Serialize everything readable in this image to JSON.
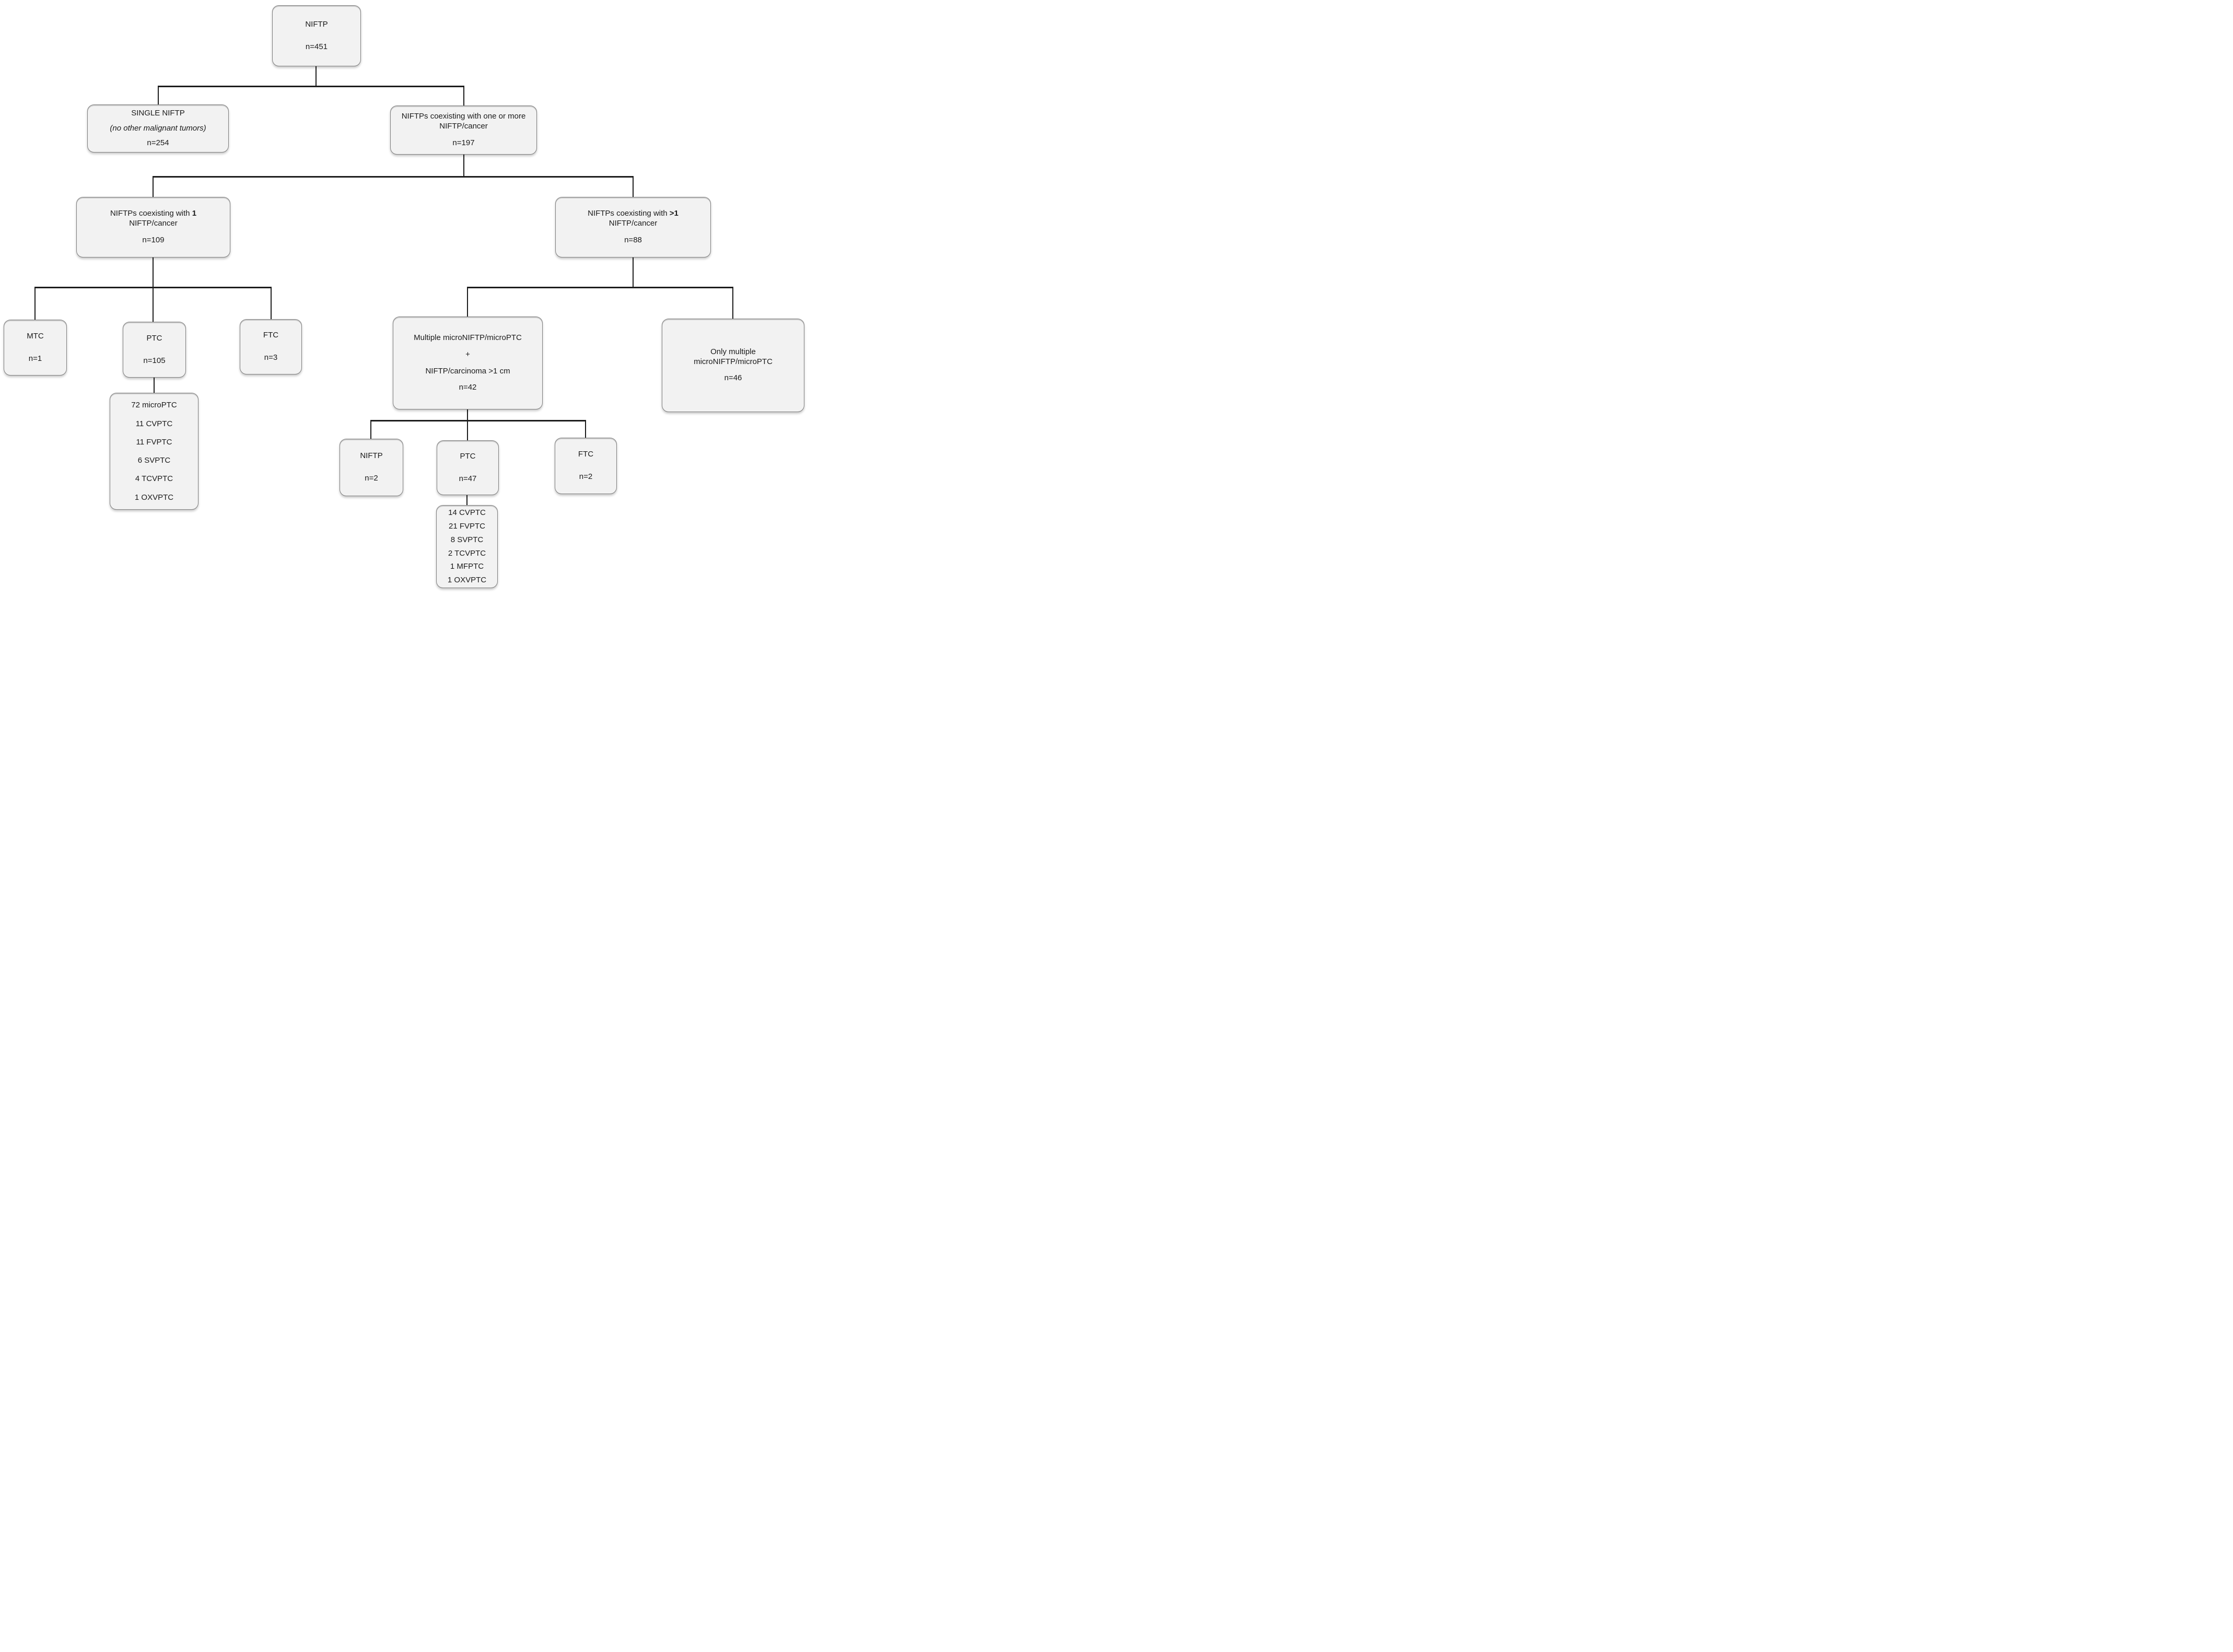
{
  "figure": {
    "type": "flowchart",
    "background": "#ffffff"
  },
  "style": {
    "box_fill": "#f2f2f2",
    "box_border": "#7f7f7f",
    "line_color": "#1c1c1c",
    "text_color": "#1a1a1a"
  },
  "nodes": {
    "root": {
      "title": "NIFTP",
      "n": "n=451"
    },
    "single": {
      "title": "SINGLE NIFTP",
      "subtitle": "(no other malignant tumors)",
      "n": "n=254"
    },
    "coexist_any": {
      "title": "NIFTPs coexisting with one or more NIFTP/cancer",
      "n": "n=197"
    },
    "coexist_one": {
      "title_prefix": "NIFTPs coexisting with ",
      "title_bold": "1",
      "title_suffix": " NIFTP/cancer",
      "n": "n=109"
    },
    "coexist_multi": {
      "title_prefix": "NIFTPs coexisting with ",
      "title_bold": ">1",
      "title_suffix": " NIFTP/cancer",
      "n": "n=88"
    },
    "mtc": {
      "title": "MTC",
      "n": "n=1"
    },
    "ptc_one": {
      "title": "PTC",
      "n": "n=105"
    },
    "ftc_one": {
      "title": "FTC",
      "n": "n=3"
    },
    "ptc_one_subtypes": [
      "72 microPTC",
      "11 CVPTC",
      "11 FVPTC",
      "6 SVPTC",
      "4 TCVPTC",
      "1 OXVPTC"
    ],
    "multi_mixed": {
      "line1": "Multiple microNIFTP/microPTC",
      "line2": "+",
      "line3": "NIFTP/carcinoma >1 cm",
      "n": "n=42"
    },
    "only_multi": {
      "title": "Only multiple microNIFTP/microPTC",
      "n": "n=46"
    },
    "niftp_sub": {
      "title": "NIFTP",
      "n": "n=2"
    },
    "ptc_multi": {
      "title": "PTC",
      "n": "n=47"
    },
    "ftc_multi": {
      "title": "FTC",
      "n": "n=2"
    },
    "ptc_multi_subtypes": [
      "14 CVPTC",
      "21 FVPTC",
      "8 SVPTC",
      "2 TCVPTC",
      "1 MFPTC",
      "1 OXVPTC"
    ]
  }
}
